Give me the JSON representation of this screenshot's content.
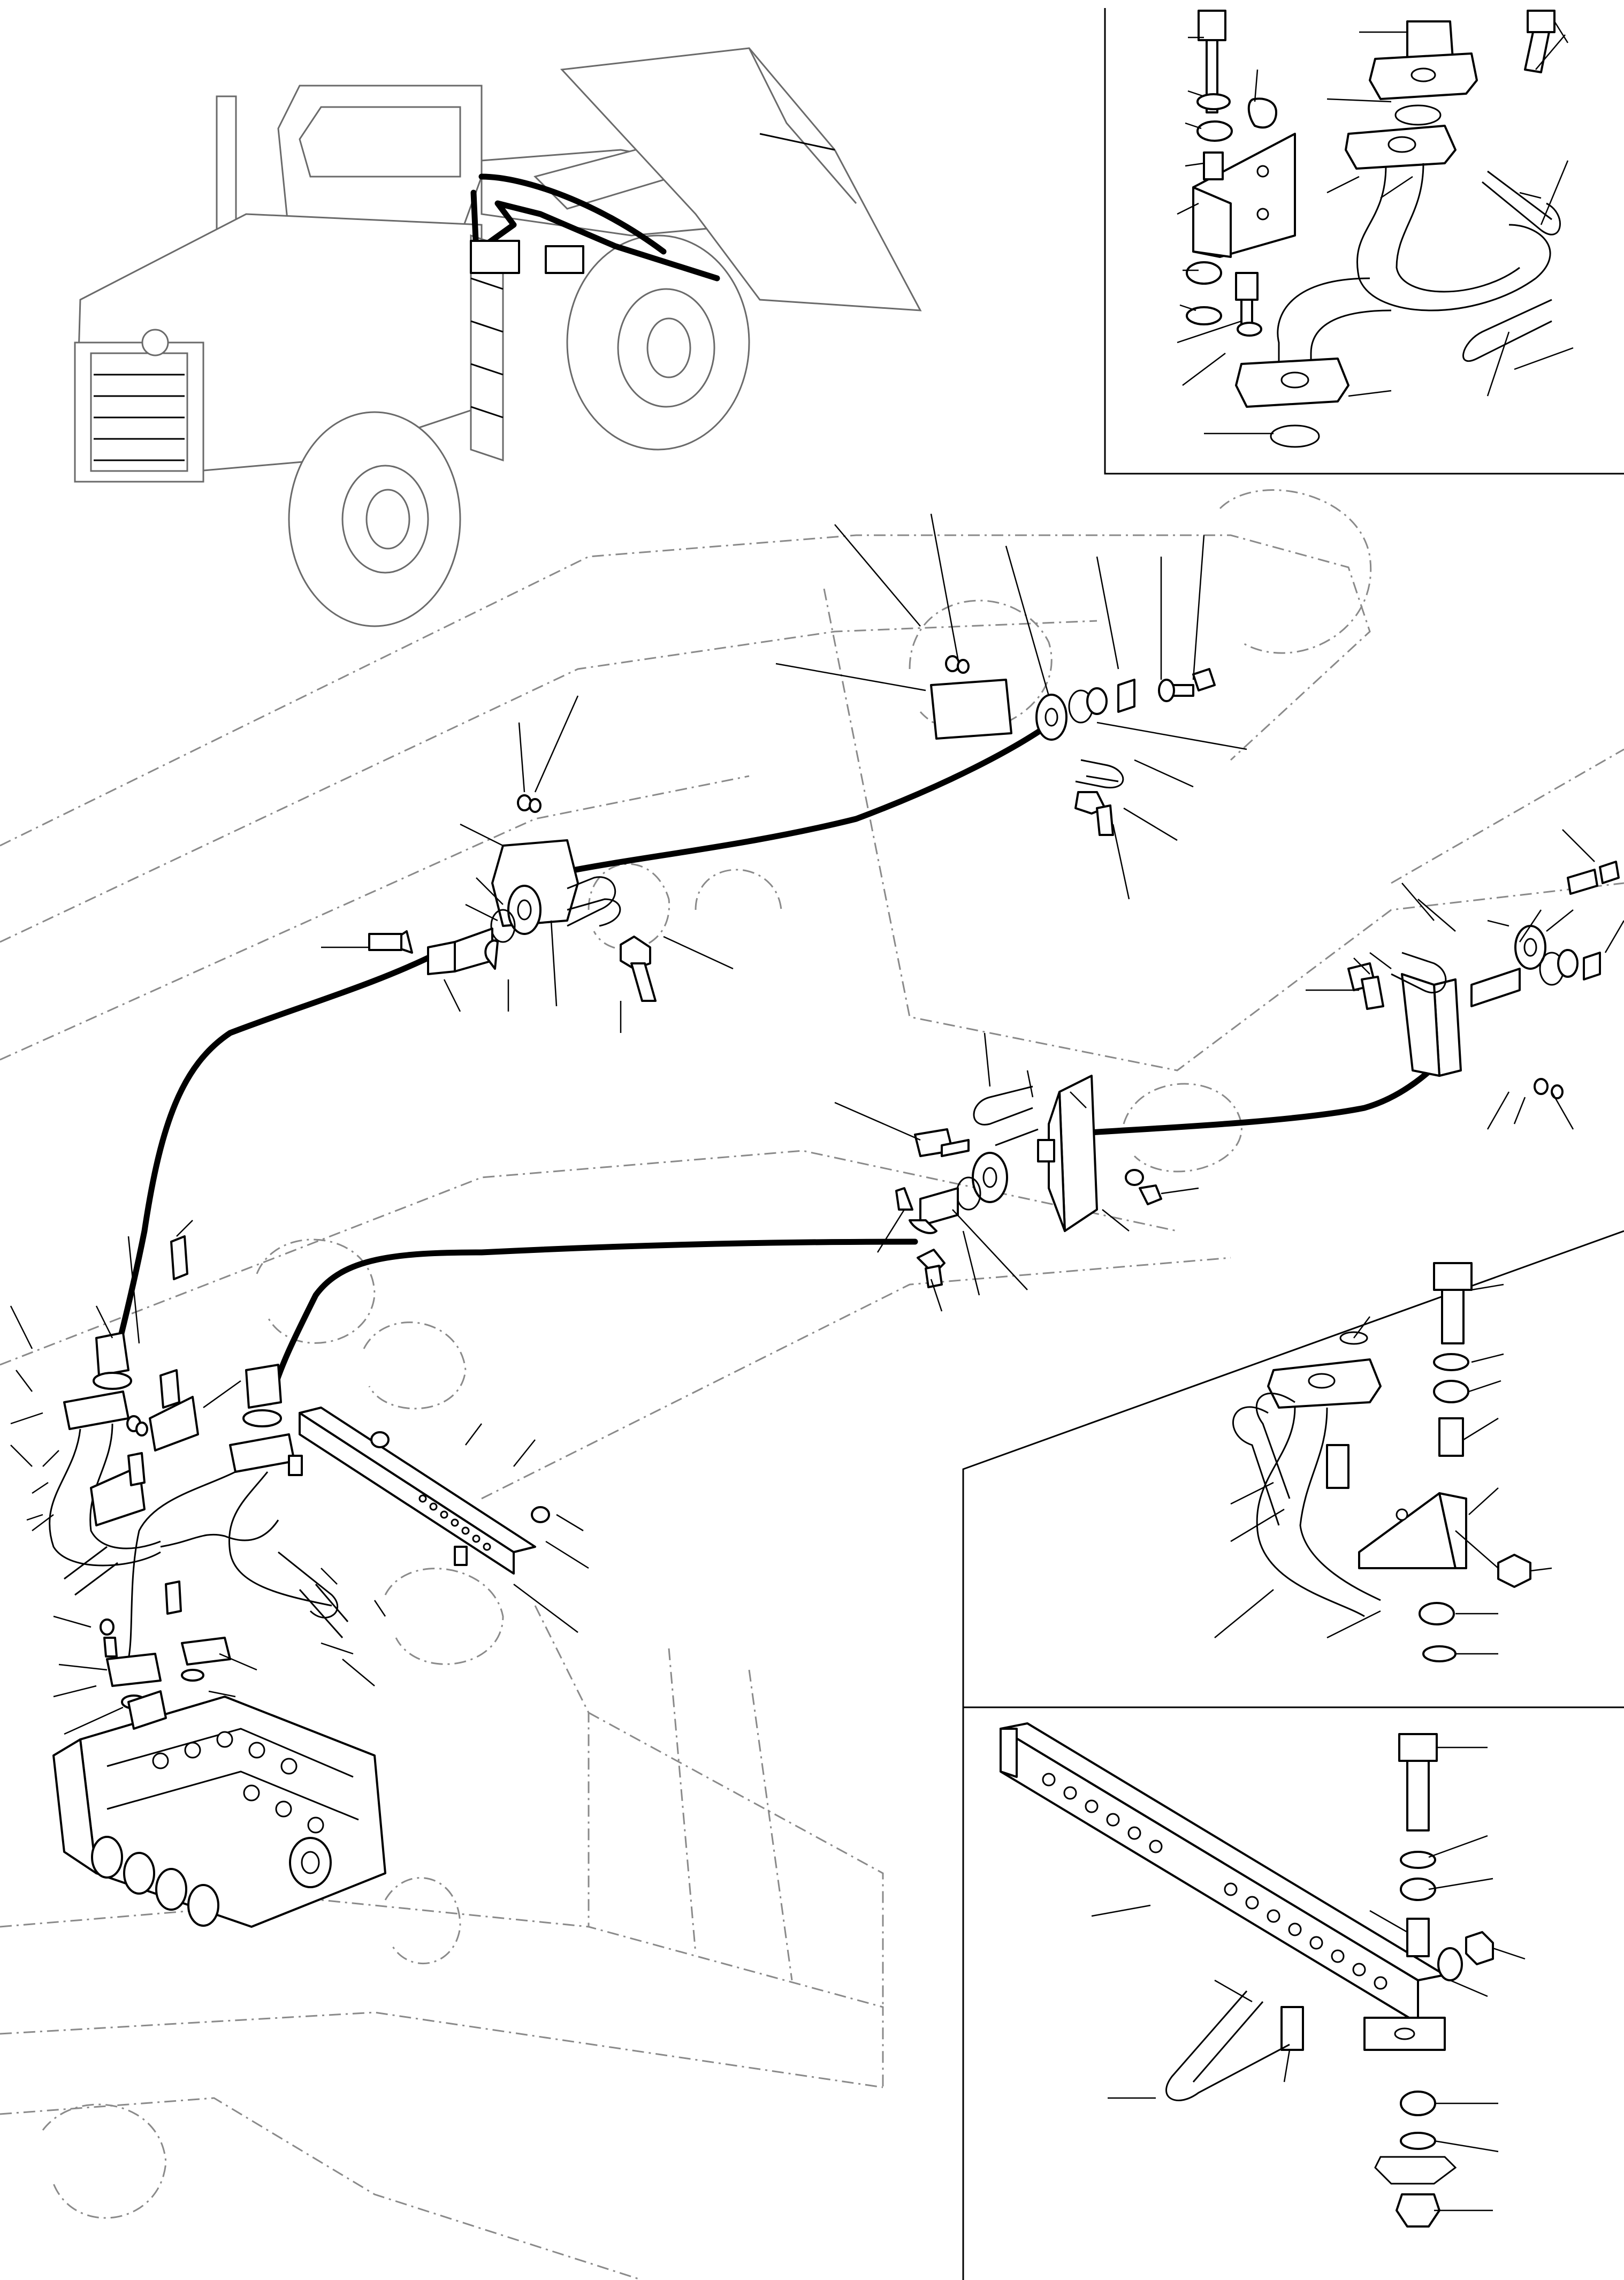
{
  "diagram": {
    "views": [
      "loader-overview",
      "pipe-detail",
      "clamp-detail",
      "bracket-detail",
      "main-assembly"
    ],
    "icons": {
      "loader": "wheel-loader-icon",
      "valve": "control-valve-icon"
    },
    "colors": {
      "line": "#000000",
      "ghost": "#8a8a8a",
      "background": "#ffffff"
    }
  }
}
